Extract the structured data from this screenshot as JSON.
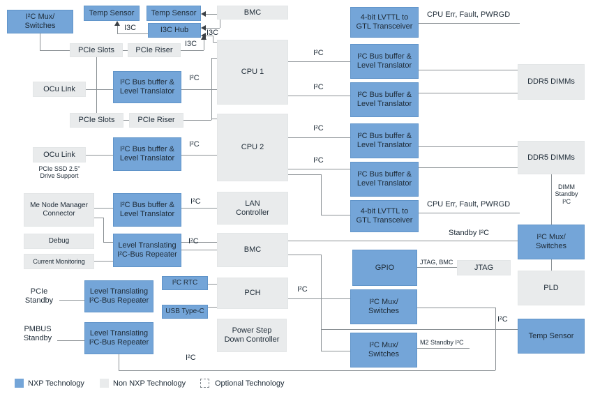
{
  "diagram": {
    "nodes": {
      "mux_switches": "I²C Mux/\nSwitches",
      "temp_sensor": "Temp Sensor",
      "bmc": "BMC",
      "i3c_hub": "I3C Hub",
      "pcie_slots": "PCIe Slots",
      "pcie_riser": "PCIe Riser",
      "ocu_link": "OCu Link",
      "ocu_caption": "PCIe SSD 2.5\"\nDrive Support",
      "i2c_bus_buffer": "I²C Bus buffer &\nLevel Translator",
      "cpu1": "CPU 1",
      "cpu2": "CPU 2",
      "me_node": "Me Node Manager\nConnector",
      "debug": "Debug",
      "current_monitoring": "Current Monitoring",
      "lan_controller": "LAN\nController",
      "level_translating": "Level Translating\nI²C-Bus Repeater",
      "i2c_rtc": "I²C RTC",
      "usb_type_c": "USB Type-C",
      "pch": "PCH",
      "power_step": "Power Step\nDown Controller",
      "gpio": "GPIO",
      "jtag": "JTAG",
      "pld": "PLD",
      "transceiver": "4-bit LVTTL to\nGTL Transceiver",
      "ddr5": "DDR5 DIMMs",
      "pcie_standby": "PCIe\nStandby",
      "pmbus_standby": "PMBUS\nStandby"
    },
    "wire_labels": {
      "i2c": "I²C",
      "i3c": "I3C",
      "cpu_err": "CPU Err, Fault, PWRGD",
      "standby_i2c": "Standby I²C",
      "m2_standby": "M2 Standby I²C",
      "dimm_standby": "DIMM\nStandby\nI²C",
      "jtag_bmc": "JTAG, BMC"
    },
    "legend": {
      "nxp": "NXP Technology",
      "non_nxp": "Non NXP Technology",
      "optional": "Optional Technology"
    },
    "colors": {
      "nxp_blue": "#74a5d8",
      "non_nxp_gray": "#e9ebec",
      "line_gray": "#8a9094",
      "text_dark": "#1d2a36"
    }
  }
}
